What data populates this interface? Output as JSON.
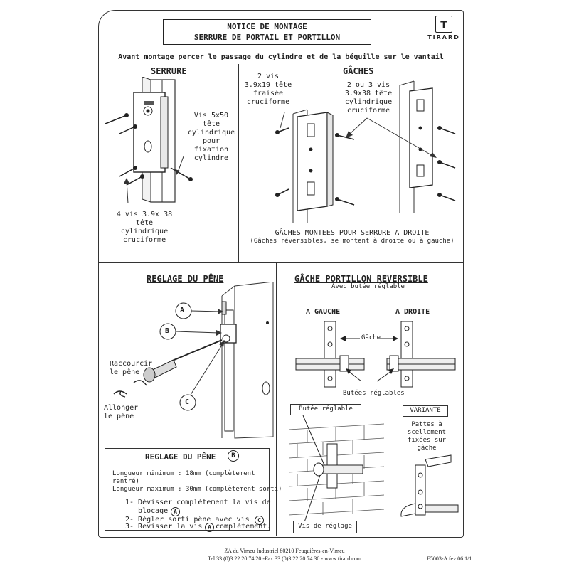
{
  "header": {
    "title_line1": "NOTICE DE MONTAGE",
    "title_line2": "SERRURE DE PORTAIL ET PORTILLON",
    "logo_letter": "T",
    "logo_name": "TIRARD",
    "intro": "Avant montage percer le passage du cylindre et de la béquille sur le vantail"
  },
  "serrure": {
    "heading": "SERRURE",
    "screw_cyl": "Vis 5x50\ntête\ncylindrique\npour\nfixation\ncylindre",
    "screw_lock": "4 vis 3.9x 38\ntête\ncylindrique\ncruciforme"
  },
  "gaches": {
    "heading": "GÂCHES",
    "screw_a": "2 vis\n3.9x19 tête\nfraisée\ncruciforme",
    "screw_b": "2 ou 3 vis\n3.9x38 tête\ncylindrique\ncruciforme",
    "caption": "GÂCHES MONTEES POUR SERRURE A DROITE",
    "subcaption": "(Gâches réversibles, se montent à droite ou à gauche)"
  },
  "reglage": {
    "heading": "REGLAGE DU PÊNE",
    "label_a": "A",
    "label_b": "B",
    "label_c": "C",
    "raccourcir": "Raccourcir\nle pêne",
    "allonger": "Allonger\nle pêne",
    "box_title": "REGLAGE DU PÊNE",
    "box_badge": "B",
    "min": "Longueur minimum : 18mm (complètement\nrentré)",
    "max": "Longueur maximum : 30mm (complètement sorti)",
    "step1": "1- Dévisser complètement la vis de\n   blocage",
    "step1_badge": "A",
    "step2": "2- Régler sorti pêne avec vis",
    "step2_badge": "C",
    "step3": "3- Revisser la vis",
    "step3_badge": "A",
    "step3_end": "complètement."
  },
  "portillon": {
    "heading": "GÂCHE PORTILLON REVERSIBLE",
    "sub": "Avec butée réglable",
    "left": "A GAUCHE",
    "right": "A DROITE",
    "gache": "Gâche",
    "butees": "Butées réglables",
    "butee": "Butée réglable",
    "variante": "VARIANTE",
    "pattes": "Pattes à\nscellement\nfixées sur\ngâche",
    "vis_reglage": "Vis de réglage"
  },
  "footer": {
    "line1": "ZA du Vimeu Industriel  80210 Feuquières-en-Vimeu",
    "line2": "Tel  33 (0)3 22 20 74 20 -Fax 33 (0)3 22 20 74 30 - www.tirard.com",
    "ref": "E5003-A fev 06   1/1"
  }
}
